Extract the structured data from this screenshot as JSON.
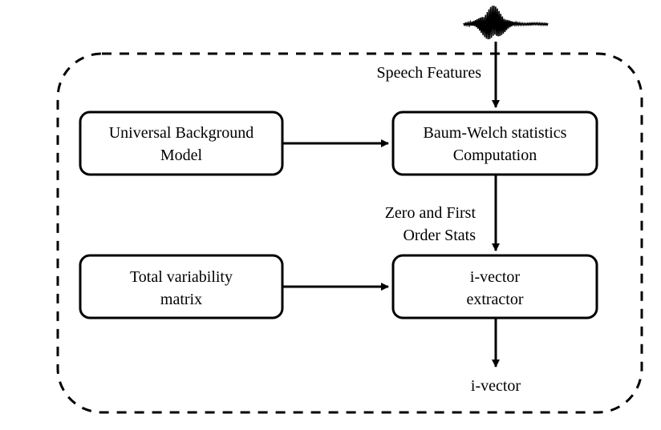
{
  "nodes": {
    "ubm": {
      "line1": "Universal Background",
      "line2": "Model"
    },
    "baum_welch": {
      "line1": "Baum-Welch statistics",
      "line2": "Computation"
    },
    "tvm": {
      "line1": "Total variability",
      "line2": "matrix"
    },
    "extractor": {
      "line1": "i-vector",
      "line2": "extractor"
    }
  },
  "labels": {
    "speech_features": "Speech Features",
    "stats_line1": "Zero and First",
    "stats_line2": "Order Stats",
    "output": "i-vector"
  },
  "colors": {
    "stroke": "#000000",
    "background": "#ffffff"
  },
  "icons": {
    "waveform": "speech-waveform-icon"
  }
}
